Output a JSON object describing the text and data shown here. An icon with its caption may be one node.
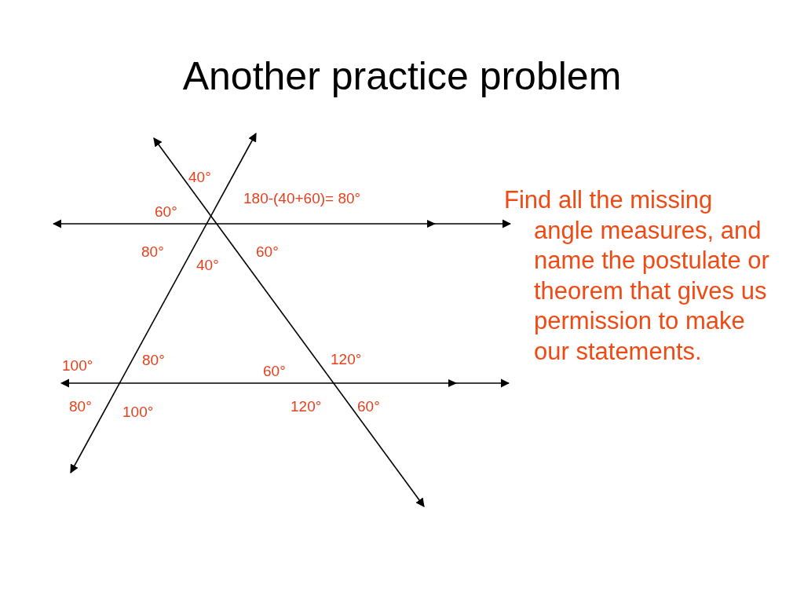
{
  "diagram": {
    "title": "Another practice problem",
    "labels": [
      "40°",
      "180-(40+60)= 80°",
      "Find all the missing angle measures, and name the postulate or theorem that gives us permission to make our statements.",
      "60°",
      "80°",
      "60°",
      "40°",
      "100°",
      "80°",
      "120°",
      "60°",
      "80°",
      "100°",
      "120°",
      "60°"
    ]
  }
}
